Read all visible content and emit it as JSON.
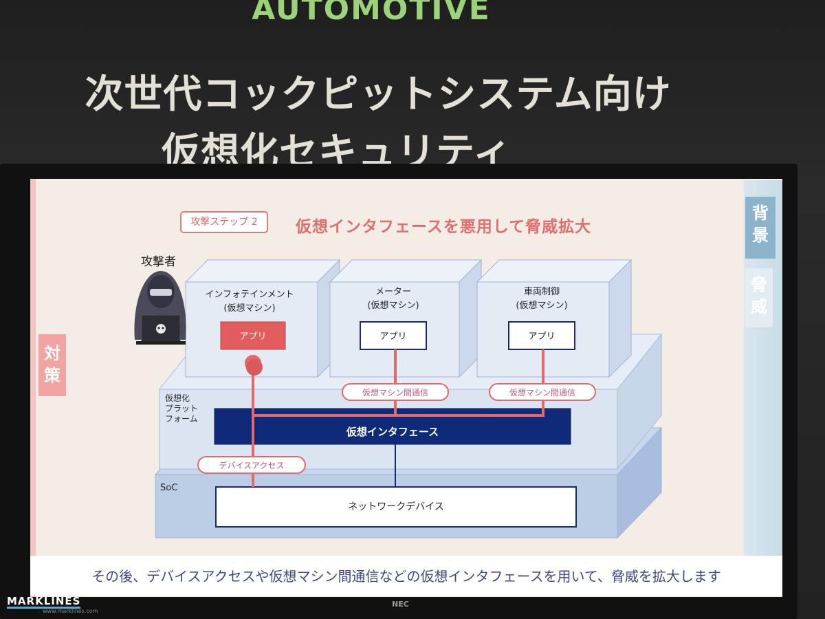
{
  "banner": "AUTOMOTIVE",
  "headline": {
    "line1": "次世代コックピットシステム向け",
    "line2": "仮想化セキュリティ"
  },
  "slide": {
    "step_label": "攻撃ステップ 2",
    "title": "仮想インタフェースを悪用して脅威拡大",
    "attacker_label": "攻撃者",
    "vm1": {
      "line1": "インフォテインメント",
      "line2": "(仮想マシン)",
      "app": "アプリ"
    },
    "vm2": {
      "line1": "メーター",
      "line2": "(仮想マシン)",
      "app": "アプリ"
    },
    "vm3": {
      "line1": "車両制御",
      "line2": "(仮想マシン)",
      "app": "アプリ"
    },
    "platform_label": {
      "line1": "仮想化",
      "line2": "プラット",
      "line3": "フォーム"
    },
    "vm_comm_1": "仮想マシン間通信",
    "vm_comm_2": "仮想マシン間通信",
    "virtual_interface": "仮想インタフェース",
    "device_access": "デバイスアクセス",
    "soc_label": "SoC",
    "network_device": "ネットワークデバイス",
    "side_tabs": {
      "left": [
        "対",
        "策"
      ],
      "right_top": [
        "背",
        "景"
      ],
      "right_bottom": [
        "脅",
        "威"
      ]
    },
    "caption": "その後、デバイスアクセスや仮想マシン間通信などの仮想インタフェースを用いて、脅威を拡大します"
  },
  "footer": {
    "logo": "MARKLINES",
    "logo_url": "www.marklines.com",
    "tv_brand": "NEC"
  },
  "colors": {
    "accent_red": "#e46a6a",
    "navy": "#0f2a78",
    "box_face": "#dfe7f2",
    "banner_green": "#9bd27a"
  }
}
